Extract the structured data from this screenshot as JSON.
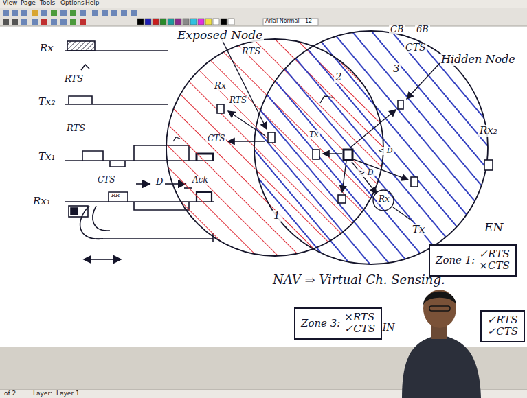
{
  "diagram": {
    "nodes": [
      {
        "text": [
          "Zone 1:",
          "✓RTS",
          "×CTS"
        ]
      },
      {
        "text": [
          "Zone 3:",
          "×RTS",
          "✓CTS"
        ]
      },
      {
        "text": [
          "✓RTS",
          "✓CTS"
        ]
      }
    ],
    "labels": [
      "View",
      "Page",
      "Tools",
      "Options",
      "Help",
      "Arial Normal",
      "12",
      "Rx",
      "RTS",
      "Tx₂",
      "RTS",
      "Tx₁",
      "CTS",
      "D",
      "Ack",
      "Rx₁",
      "RR",
      "Exposed Node",
      "RTS",
      "CB",
      "6B",
      "CTS",
      "Hidden Node",
      "Rx",
      "RTS",
      "CTS",
      "1",
      "2",
      "3",
      "Tx",
      "< D",
      "> D",
      "Rx₂",
      "Rx",
      "Tx",
      "EN",
      "NAV ⇒ Virtual Ch. Sensing.",
      "HN",
      "of 2",
      "Layer:",
      "Layer 1"
    ]
  }
}
